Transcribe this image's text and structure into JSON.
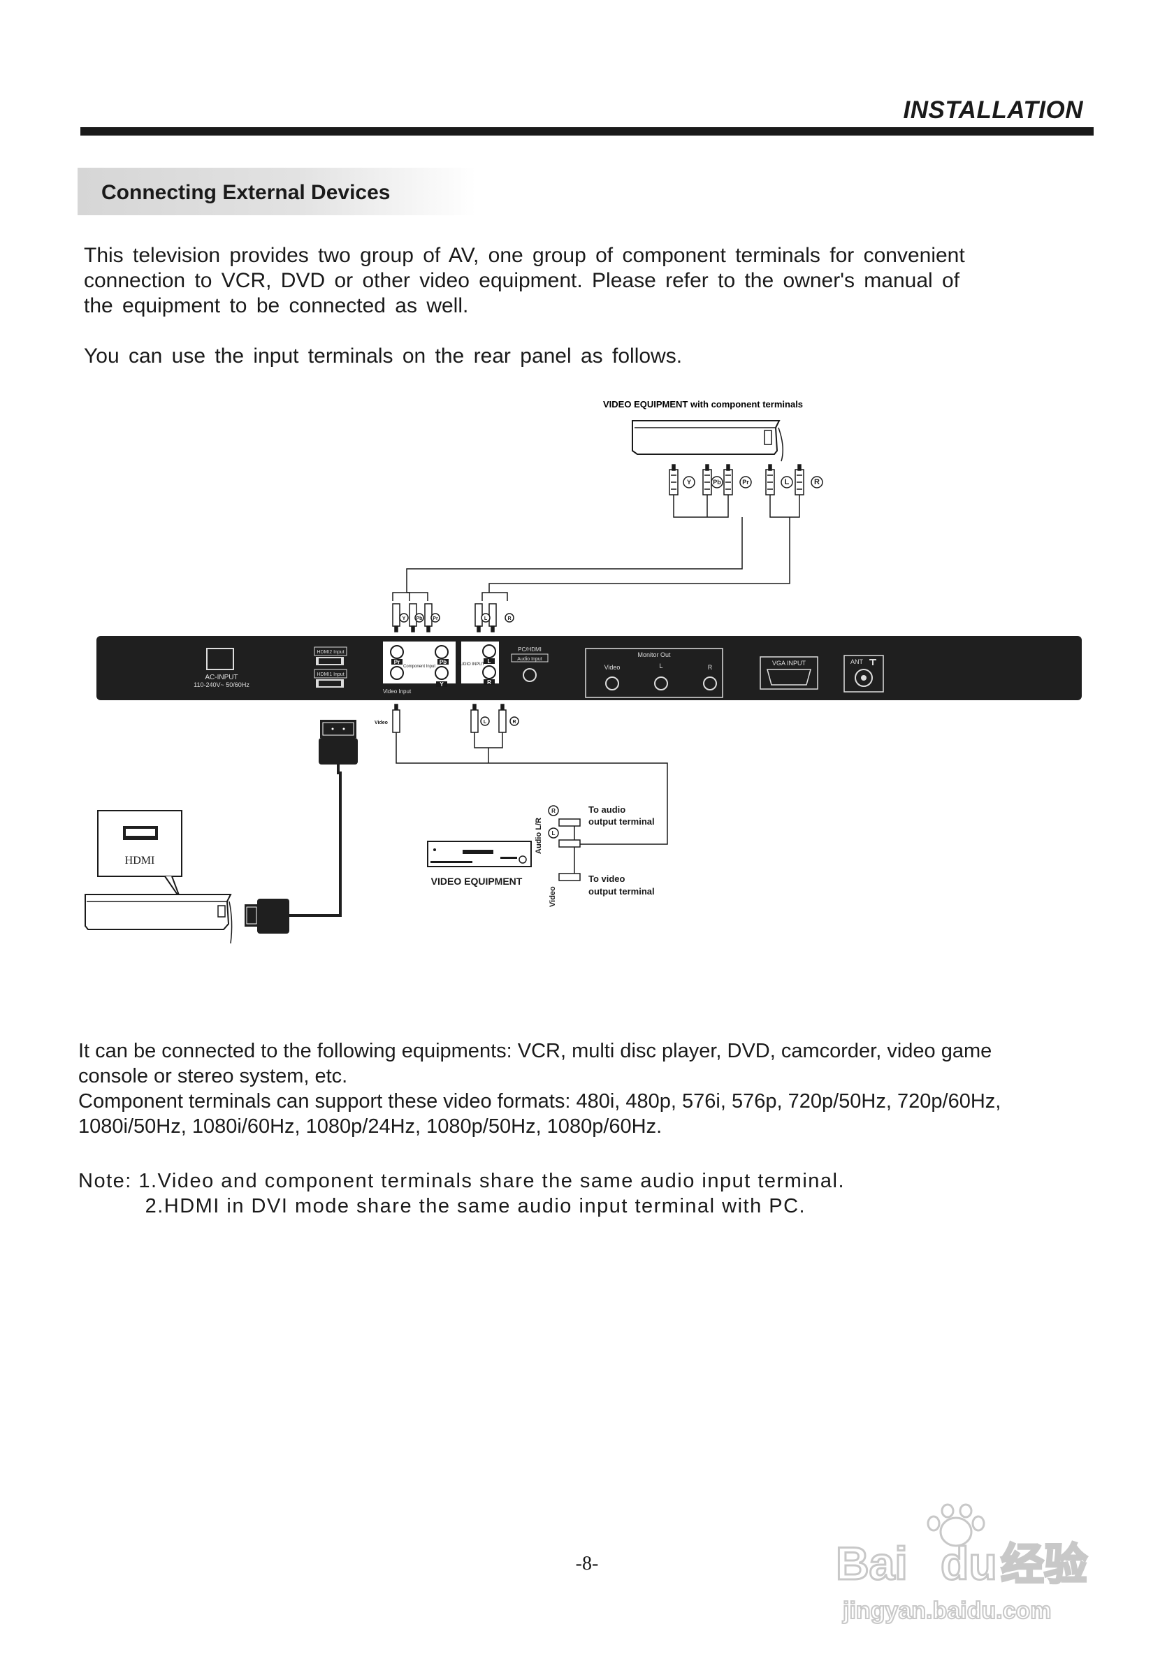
{
  "header": {
    "title": "INSTALLATION"
  },
  "section": {
    "title": "Connecting External Devices"
  },
  "intro": {
    "p1_lines": [
      "This television provides two group of AV, one group of component terminals for convenient",
      "connection to VCR, DVD or other video equipment. Please refer to the owner's manual of",
      "the equipment to be connected as well."
    ],
    "p2": "You can use the input terminals on the rear panel as follows."
  },
  "diagram": {
    "component_device_label": "VIDEO EQUIPMENT with component terminals",
    "plug_labels_top": [
      "Y",
      "Pb",
      "Pr",
      "L",
      "R"
    ],
    "panel_plug_labels": [
      "Y",
      "Pb",
      "Pr",
      "L",
      "R"
    ],
    "ac_input": "AC-INPUT",
    "ac_spec": "110-240V~  50/60Hz",
    "hdmi2_input": "HDMI2 Input",
    "hdmi1_input": "HDMI1 Input",
    "pr": "Pr",
    "pb": "Pb",
    "y": "Y",
    "component_input": "Component Input",
    "video_input": "Video Input",
    "audio_input": "AUDIO INPUT",
    "l": "L",
    "r": "R",
    "pc_hdmi": "PC/HDMI",
    "audio_input_small": "Audio Input",
    "monitor_out": "Monitor Out",
    "mo_video": "Video",
    "mo_l": "L",
    "mo_r": "R",
    "vga_input": "VGA INPUT",
    "ant": "ANT",
    "video_plug_label": "Video",
    "hdmi_label": "HDMI",
    "video_equipment": "VIDEO EQUIPMENT",
    "audio_lr": "Audio L/R",
    "video_vertical": "Video",
    "to_audio_1": "To audio",
    "to_audio_2": "output terminal",
    "to_video_1": "To video",
    "to_video_2": "output terminal"
  },
  "body": {
    "lines": [
      "It can be connected to the following equipments: VCR, multi disc player, DVD, camcorder, video game",
      "console or stereo system, etc.",
      "Component  terminals can support these video formats: 480i, 480p, 576i, 576p, 720p/50Hz, 720p/60Hz,",
      "1080i/50Hz, 1080i/60Hz, 1080p/24Hz, 1080p/50Hz, 1080p/60Hz."
    ]
  },
  "notes": {
    "line1": "Note: 1.Video and component terminals share the same audio input terminal.",
    "line2": "          2.HDMI in DVI mode share the same audio input terminal with PC."
  },
  "page_number": "-8-",
  "watermark": {
    "brand": "Bai",
    "brand2": "du",
    "cn": "经验",
    "url": "jingyan.baidu.com"
  }
}
